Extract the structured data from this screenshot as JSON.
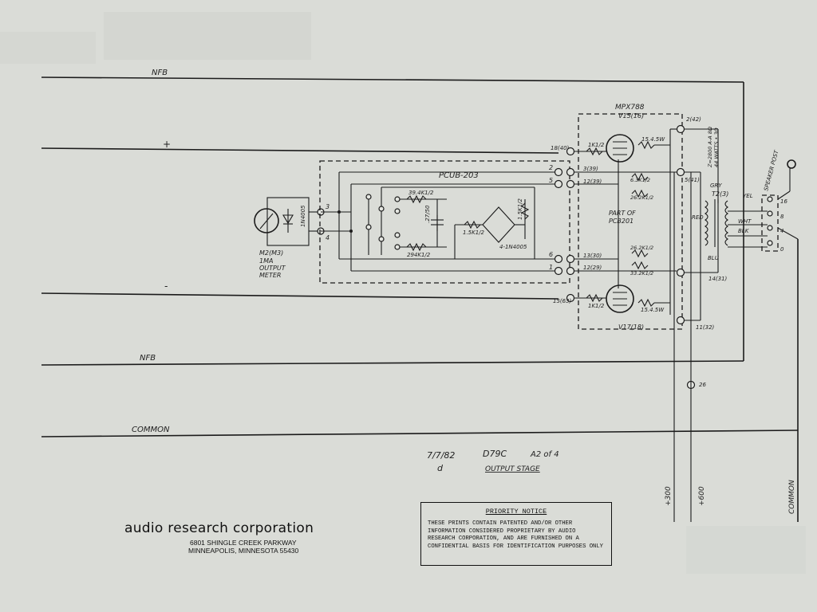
{
  "schematic": {
    "lines": {
      "nfb_top": "NFB",
      "plus": "+",
      "minus": "-",
      "nfb_bottom": "NFB",
      "common": "COMMON"
    },
    "board_label": "PCUB-203",
    "meter": {
      "ref": "M2(M3)",
      "desc_1": "1MA",
      "desc_2": "OUTPUT",
      "desc_3": "METER",
      "diode": "1N4005"
    },
    "resistors": {
      "r_top": "39.4K1/2",
      "r_bottom": "294K1/2",
      "r_bridge": "1.5K1/2",
      "r_right": "1.5K1/2",
      "cap": ".27/50",
      "diodes": "4-1N4005"
    },
    "tubes": {
      "top_type": "MPX788",
      "top_ref": "V15(16)",
      "bottom_ref": "V17(18)",
      "r_grid_top": "1K1/2",
      "r_grid_bottom": "1K1/2",
      "r_plate_top": "15.4.5W",
      "r_plate_bottom": "15.4.5W",
      "part_of": "PART OF",
      "pcb": "PCB201",
      "r_a": "6.3K1/2",
      "r_b": "26.2K1/2",
      "r_c": "26.2K1/2",
      "r_d": "33.2K1/2"
    },
    "terminals": {
      "t18": "18(40)",
      "t3": "3(39)",
      "t12": "12(39)",
      "t13": "13(30)",
      "t12b": "12(29)",
      "t15": "15(63)",
      "t2_42": "2(42)",
      "t5": "5(41)",
      "t14": "14(31)",
      "t11": "11(32)",
      "t26": "26",
      "p2": "2",
      "p5": "5",
      "p6": "6",
      "p1": "1",
      "m3": "3",
      "m4": "4"
    },
    "transformer": {
      "ref": "T2(3)",
      "rating_1": "Z=2800 A-A 8Ω",
      "rating_2": "44 WATTS • 3Ω",
      "gry": "GRY",
      "red": "RED",
      "blu": "BLU",
      "yel": "YEL",
      "wht": "WHT",
      "blk": "BLK",
      "speaker": "SPEAKER POST",
      "sp_16": "16",
      "sp_8": "8",
      "sp_4": "4",
      "sp_0": "0"
    },
    "supplies": {
      "b300": "+300",
      "b600": "+600",
      "common": "COMMON"
    },
    "annotation": {
      "date": "7/7/82",
      "initial": "d",
      "model": "D79C",
      "sheet": "A2 of 4",
      "title": "OUTPUT STAGE"
    }
  },
  "company": {
    "name": "audio research corporation",
    "address_1": "6801 SHINGLE CREEK PARKWAY",
    "address_2": "MINNEAPOLIS, MINNESOTA 55430"
  },
  "notice": {
    "title": "PRIORITY NOTICE",
    "body": "THESE PRINTS CONTAIN PATENTED AND/OR OTHER INFORMATION CONSIDERED PROPRIETARY BY AUDIO RESEARCH CORPORATION, AND ARE FURNISHED ON A CONFIDENTIAL BASIS FOR IDENTIFICATION PURPOSES ONLY"
  }
}
